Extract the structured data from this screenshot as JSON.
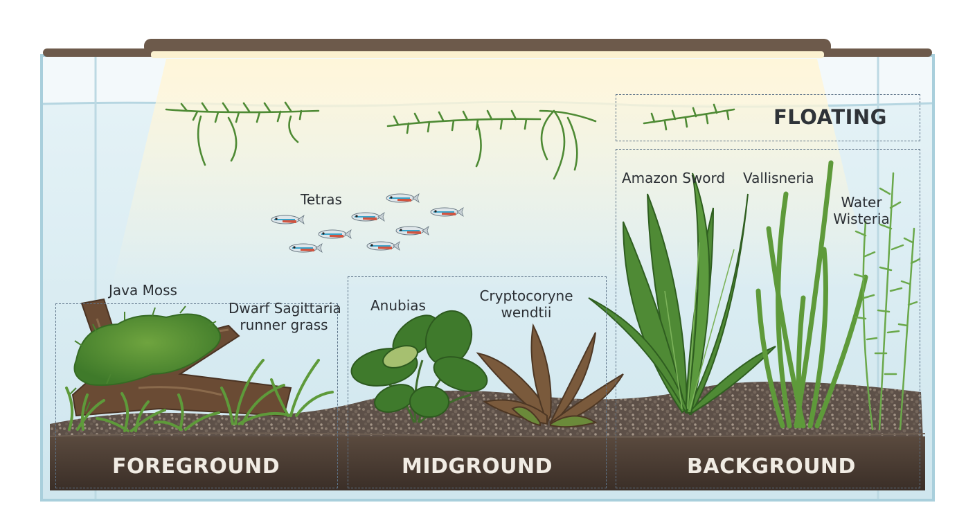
{
  "zones": {
    "foreground": "FOREGROUND",
    "midground": "MIDGROUND",
    "background": "BACKGROUND",
    "floating": "FLOATING"
  },
  "plants": {
    "java_moss": "Java Moss",
    "dwarf_sagittaria_line1": "Dwarf Sagittaria",
    "dwarf_sagittaria_line2": "runner grass",
    "anubias": "Anubias",
    "cryptocoryne_line1": "Cryptocoryne",
    "cryptocoryne_line2": "wendtii",
    "amazon_sword": "Amazon Sword",
    "vallisneria": "Vallisneria",
    "water_wisteria_line1": "Water",
    "water_wisteria_line2": "Wisteria"
  },
  "fauna": {
    "tetras": "Tetras"
  },
  "colors": {
    "water": "#d9ecf2",
    "glass_edge": "#a9cfdc",
    "hood": "#6d5a4b",
    "substrate": "#4a3c33",
    "plant_green": "#4e8a34",
    "crypt_brown": "#7a5a3c",
    "tetra_red": "#d2543f",
    "tetra_blue": "#3aa2c8"
  },
  "icons": {
    "fish": "neon-tetra-fish",
    "driftwood": "driftwood-log",
    "light": "aquarium-light-bar"
  }
}
